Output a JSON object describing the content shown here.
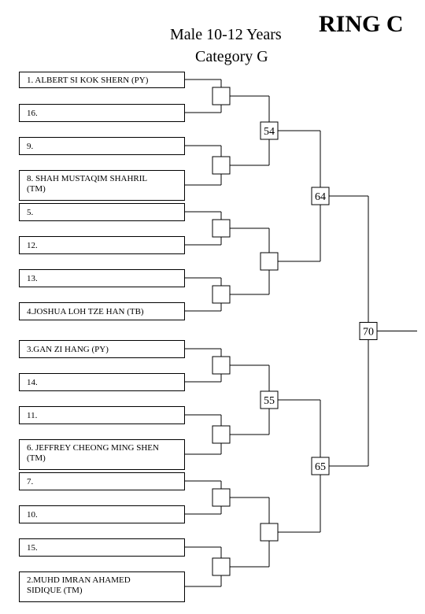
{
  "header": {
    "title_line1": "Male 10-12 Years",
    "title_line2": "Category G",
    "ring": "RING C"
  },
  "bracket": {
    "entries": [
      [
        "1. ALBERT SI KOK SHERN (PY)"
      ],
      [
        "16."
      ],
      [
        "9."
      ],
      [
        "8. SHAH MUSTAQIM SHAHRIL",
        "(TM)"
      ],
      [
        "5."
      ],
      [
        "12."
      ],
      [
        "13."
      ],
      [
        "4.JOSHUA LOH TZE HAN (TB)"
      ],
      [
        "3.GAN ZI HANG (PY)"
      ],
      [
        "14."
      ],
      [
        "11."
      ],
      [
        "6. JEFFREY CHEONG MING SHEN",
        "(TM)"
      ],
      [
        "7."
      ],
      [
        "10."
      ],
      [
        "15."
      ],
      [
        "2.MUHD IMRAN AHAMED",
        "SIDIQUE (TM)"
      ]
    ],
    "round2_labels": [
      "54",
      "",
      "55",
      ""
    ],
    "round3_labels": [
      "64",
      "65"
    ],
    "final_label": "70"
  }
}
